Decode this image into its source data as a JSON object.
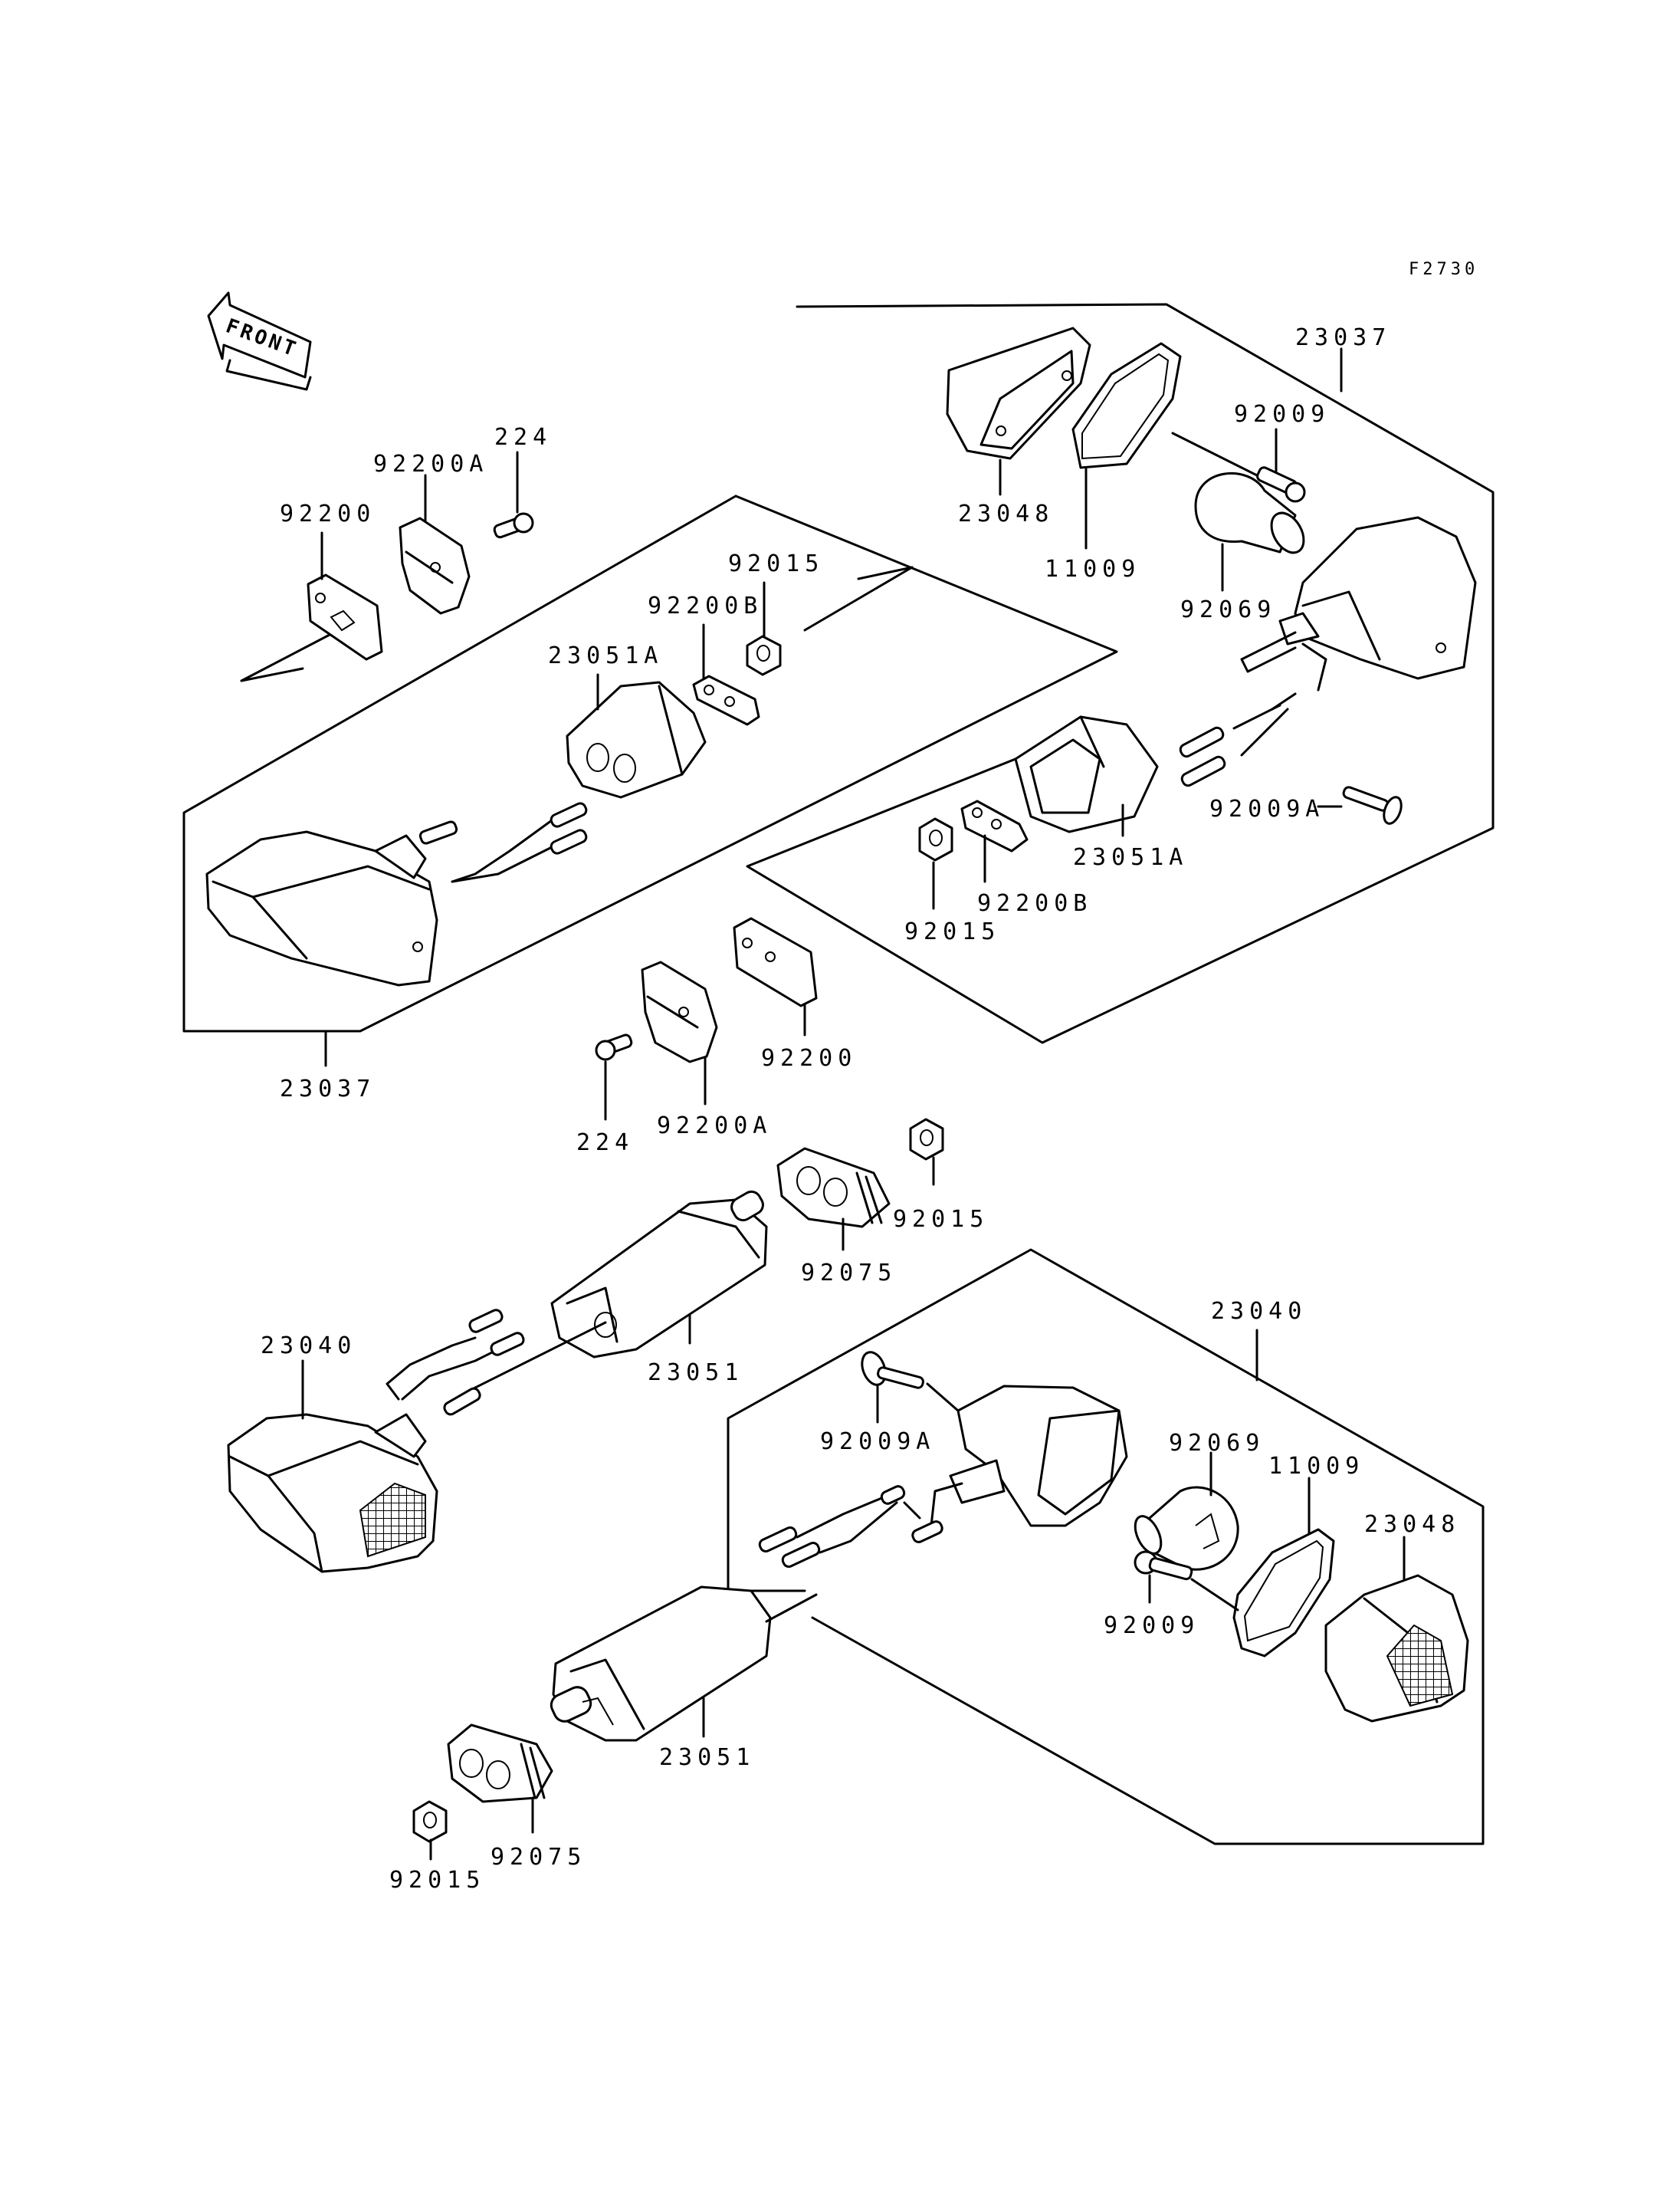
{
  "figure_code": "F2730",
  "front_arrow_label": "FRONT",
  "labels": {
    "set_23037_top": "23037",
    "set_23037_bottom": "23037",
    "set_23040_left": "23040",
    "set_23040_right": "23040",
    "lens_23048_top": "23048",
    "lens_23048_bottom": "23048",
    "gasket_11009_top": "11009",
    "gasket_11009_bottom": "11009",
    "screw_92009_top": "92009",
    "screw_92009_bottom": "92009",
    "bulb_92069_top": "92069",
    "bulb_92069_bottom": "92069",
    "screw_92009A_top": "92009A",
    "screw_92009A_bottom": "92009A",
    "boot_23051A_right": "23051A",
    "boot_23051A_left": "23051A",
    "plate_92200B_right": "92200B",
    "plate_92200B_left": "92200B",
    "nut_92015_top_right": "92015",
    "nut_92015_top_left": "92015",
    "nut_92015_mid": "92015",
    "nut_92015_bottom": "92015",
    "plate_92200_top": "92200",
    "plate_92200_mid": "92200",
    "plate_92200A_top": "92200A",
    "plate_92200A_mid": "92200A",
    "bolt_224_top": "224",
    "bolt_224_mid": "224",
    "grommet_92075_mid": "92075",
    "grommet_92075_bottom": "92075",
    "boot_23051_mid": "23051",
    "boot_23051_bottom": "23051"
  }
}
